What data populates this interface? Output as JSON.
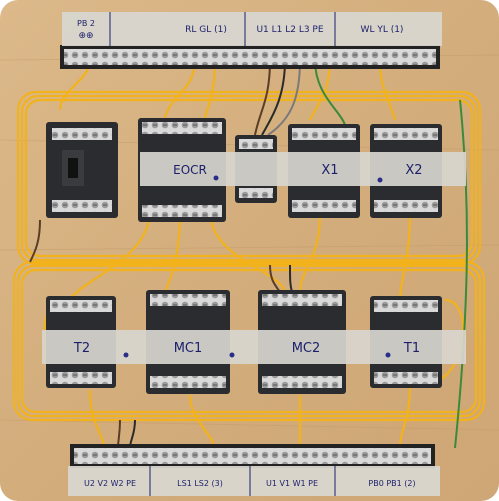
{
  "photo": {
    "top_strip": {
      "labels": [
        "PB 2",
        "RL GL (1)",
        "U1 L1 L2 L3 PE",
        "WL YL (1)"
      ]
    },
    "components": {
      "breaker": {
        "label": ""
      },
      "eocr": {
        "label": "EOCR"
      },
      "x1": {
        "label": "X1"
      },
      "x2": {
        "label": "X2"
      },
      "t2": {
        "label": "T2"
      },
      "mc1": {
        "label": "MC1"
      },
      "mc2": {
        "label": "MC2"
      },
      "t1": {
        "label": "T1"
      }
    },
    "bottom_strip": {
      "labels": [
        "U2 V2 W2 PE",
        "LS1 LS2 (3)",
        "U1 V1 W1 PE",
        "PB0 PB1 (2)"
      ]
    },
    "colors": {
      "board": "#d6b283",
      "wire": "#f2b21c",
      "tape": "#d8d6cf",
      "device": "#2a2b2e",
      "ink": "#1b1f6b"
    }
  }
}
